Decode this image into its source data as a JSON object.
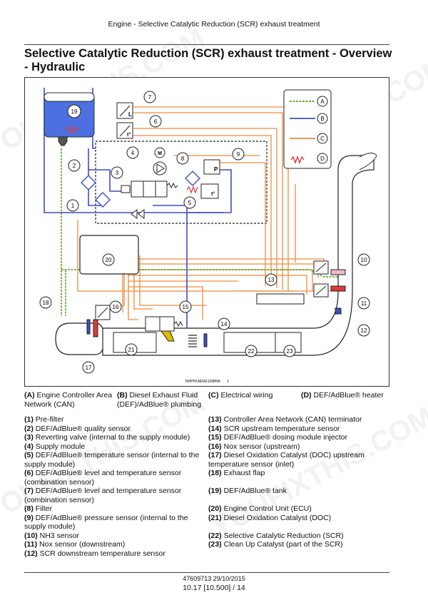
{
  "header": {
    "text": "Engine - Selective Catalytic Reduction (SCR) exhaust treatment"
  },
  "title": "Selective Catalytic Reduction (SCR) exhaust treatment - Overview - Hydraulic",
  "diagram": {
    "caption": "NHPH14ENG1098HA",
    "caption_num": "1",
    "callouts": [
      "1",
      "2",
      "3",
      "4",
      "5",
      "6",
      "7",
      "8",
      "9",
      "10",
      "11",
      "12",
      "13",
      "14",
      "15",
      "16",
      "17",
      "18",
      "19",
      "20",
      "21",
      "22",
      "23"
    ],
    "key_letters": [
      "A",
      "B",
      "C",
      "D"
    ],
    "colors": {
      "can": "#6aaa3a",
      "plumbing": "#3b4fc4",
      "wiring": "#f08a3c",
      "heater": "#e03a3a"
    },
    "pressure_label": "P",
    "temp_label": "t°",
    "level_label": "L",
    "motor_label": "M"
  },
  "legend": {
    "a_label": "(A)",
    "a_text": "Engine Controller Area Network (CAN)",
    "b_label": "(B)",
    "b_text": "Diesel Exhaust Fluid (DEF)/AdBlue® plumbing",
    "c_label": "(C)",
    "c_text": "Electrical wiring",
    "d_label": "(D)",
    "d_text": "DEF/AdBlue® heater"
  },
  "items_left": [
    {
      "n": "(1)",
      "t": "Pre-filter"
    },
    {
      "n": "(2)",
      "t": "DEF/AdBlue® quality sensor"
    },
    {
      "n": "(3)",
      "t": "Reverting valve (internal to the supply module)"
    },
    {
      "n": "(4)",
      "t": "Supply module"
    },
    {
      "n": "(5)",
      "t": "DEF/AdBlue® temperature sensor (internal to the supply module)"
    },
    {
      "n": "(6)",
      "t": "DEF/AdBlue® level and temperature sensor (combination sensor)"
    },
    {
      "n": "(7)",
      "t": "DEF/AdBlue® level and temperature sensor (combination sensor)"
    },
    {
      "n": "(8)",
      "t": "Filter"
    },
    {
      "n": "(9)",
      "t": "DEF/AdBlue® pressure sensor (internal to the supply module)"
    },
    {
      "n": "(10)",
      "t": "NH3 sensor"
    },
    {
      "n": "(11)",
      "t": "Nox sensor (downstream)"
    },
    {
      "n": "(12)",
      "t": "SCR downstream temperature sensor"
    }
  ],
  "items_right": [
    {
      "n": "(13)",
      "t": "Controller Area Network (CAN) terminator"
    },
    {
      "n": "(14)",
      "t": "SCR upstream temperature sensor"
    },
    {
      "n": "(15)",
      "t": "DEF/AdBlue® dosing module injector"
    },
    {
      "n": "(16)",
      "t": "Nox sensor (upstream)"
    },
    {
      "n": "(17)",
      "t": "Diesel Oxidation Catalyst (DOC) upstream temperature sensor (inlet)"
    },
    {
      "n": "(18)",
      "t": "Exhaust flap"
    },
    {
      "n": "(19)",
      "t": "DEF/AdBlue® tank"
    },
    {
      "n": "(20)",
      "t": "Engine Control Unit (ECU)"
    },
    {
      "n": "(21)",
      "t": "Diesel Oxidation Catalyst (DOC)"
    },
    {
      "n": "(22)",
      "t": "Selective Catalytic Reduction (SCR)"
    },
    {
      "n": "(23)",
      "t": "Clean Up Catalyst (part of the SCR)"
    }
  ],
  "footer": {
    "doc": "47609713 29/10/2015",
    "page": "10.17 [10.500] / 14"
  },
  "watermark": "YOUFIXTHIS.COM"
}
